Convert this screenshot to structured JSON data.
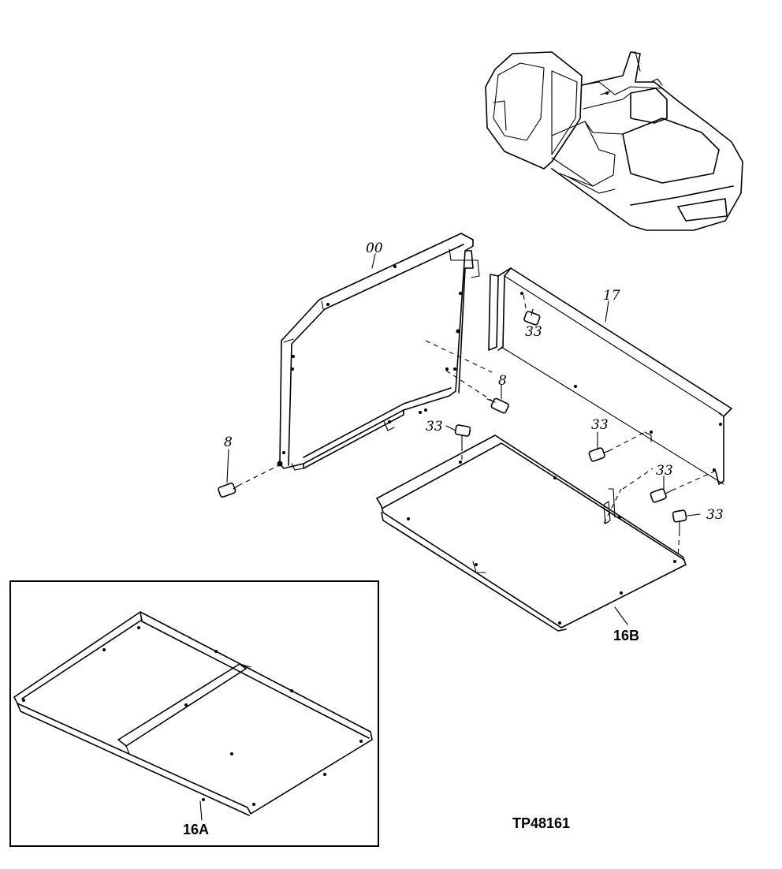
{
  "diagram": {
    "figure_id": "TP48161",
    "callouts": {
      "label_00": "00",
      "label_17": "17",
      "label_8_a": "8",
      "label_8_b": "8",
      "label_33_a": "33",
      "label_33_b": "33",
      "label_33_c": "33",
      "label_33_d": "33",
      "label_33_e": "33",
      "label_16a": "16A",
      "label_16b": "16B"
    }
  }
}
